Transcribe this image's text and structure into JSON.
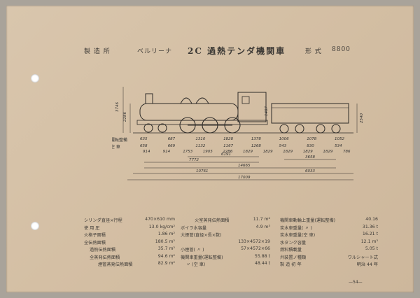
{
  "header": {
    "maker_label": "製 造 所",
    "maker_name": "ベルリーナ",
    "title": "2C 過熱テンダ機関車",
    "model_label": "形 式",
    "model_number": "8800"
  },
  "drawing": {
    "left_labels": [
      "運転整備",
      "空  車"
    ],
    "dimensions": {
      "height_total": "3746",
      "height_boiler": "2286",
      "tender_height": "2540",
      "cab_height": "1407",
      "wheel_row_top": [
        "635",
        "687",
        "1310",
        "1828",
        "1378",
        "1006",
        "1078",
        "1052"
      ],
      "wheel_row_bottom": [
        "658",
        "669",
        "1132",
        "1167",
        "1268",
        "543",
        "830",
        "534"
      ],
      "axle_spacing": [
        "914",
        "914",
        "1753",
        "1905",
        "2286",
        "1829",
        "1829",
        "1829",
        "1829",
        "1829",
        "786"
      ],
      "span_7772": "7772",
      "span_6191": "6191",
      "span_3658": "3658",
      "span_14665": "14665",
      "span_10761": "10761",
      "span_6033": "6033",
      "span_17009": "17009"
    }
  },
  "specs": {
    "col1": [
      {
        "label": "シリンダ直径×行程",
        "value": "470×610 mm"
      },
      {
        "label": "使  用  圧",
        "value": "13.0 kg/cm²"
      },
      {
        "label": "火格子面積",
        "value": "1.86 m²"
      },
      {
        "label": "全伝熱面積",
        "value": "180.5 m²"
      },
      {
        "label": "過熱伝熱面積",
        "value": "35.7 m²",
        "indent": 1
      },
      {
        "label": "全蒸発伝熱面積",
        "value": "94.6 m²",
        "indent": 1
      },
      {
        "label": "煙管蒸発伝熱面積",
        "value": "82.9 m²",
        "indent": 2
      }
    ],
    "col2": [
      {
        "label": "火室蒸発伝熱面積",
        "value": "11.7 m²",
        "indent": 2
      },
      {
        "label": "ボイラ水容量",
        "value": "4.9 m³"
      },
      {
        "label": "大煙管(直径×長×数)",
        "value": ""
      },
      {
        "label": "",
        "value": "133×4572×19"
      },
      {
        "label": "小煙管(   〃   )",
        "value": "57×4572×66"
      },
      {
        "label": "機関車重量(運転整備)",
        "value": "55.88 t"
      },
      {
        "label": "〃    (空   車)",
        "value": "48.44 t",
        "indent": 1
      }
    ],
    "col3": [
      {
        "label": "機関車動輪上重量(運転整備)",
        "value": "40.16"
      },
      {
        "label": "炭水車重量(    〃    )",
        "value": "31.36 t"
      },
      {
        "label": "炭水車重量(空  車)",
        "value": "16.21 t"
      },
      {
        "label": "水タンク容量",
        "value": "12.1 m³"
      },
      {
        "label": "燃料積載量",
        "value": "5.05 t"
      },
      {
        "label": "弁装置ノ種類",
        "value": "ワルシャート式"
      },
      {
        "label": "製 造 初 年",
        "value": "明治 44 年"
      }
    ]
  },
  "page_number": "—54—"
}
